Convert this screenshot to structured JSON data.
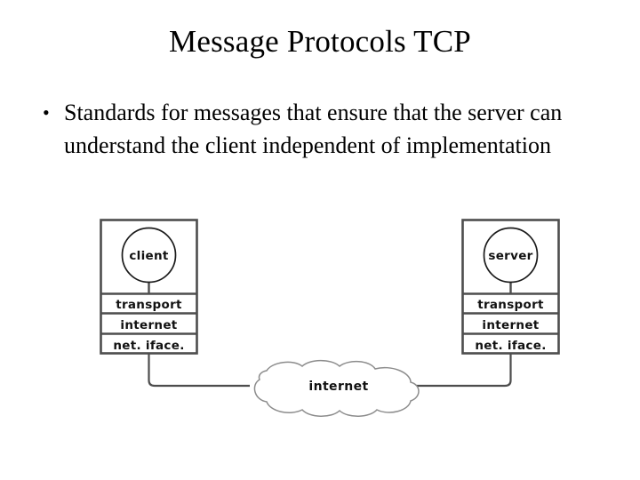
{
  "slide": {
    "title": "Message Protocols TCP",
    "background_color": "#ffffff",
    "text_color": "#000000"
  },
  "body": {
    "bullets": [
      {
        "marker": "•",
        "text": "Standards for messages that ensure that the server can understand the client independent of implementation"
      }
    ]
  },
  "diagram": {
    "left_host": {
      "node_label": "client",
      "layers": [
        {
          "label": "transport"
        },
        {
          "label": "internet"
        },
        {
          "label": "net. iface."
        }
      ]
    },
    "right_host": {
      "node_label": "server",
      "layers": [
        {
          "label": "transport"
        },
        {
          "label": "internet"
        },
        {
          "label": "net. iface."
        }
      ]
    },
    "network": {
      "label": "internet"
    },
    "colors": {
      "frame_stroke": "#4d4d4d",
      "node_stroke": "#1a1a1a",
      "cloud_stroke": "#8c8c8c",
      "label_fill": "#111111"
    }
  }
}
